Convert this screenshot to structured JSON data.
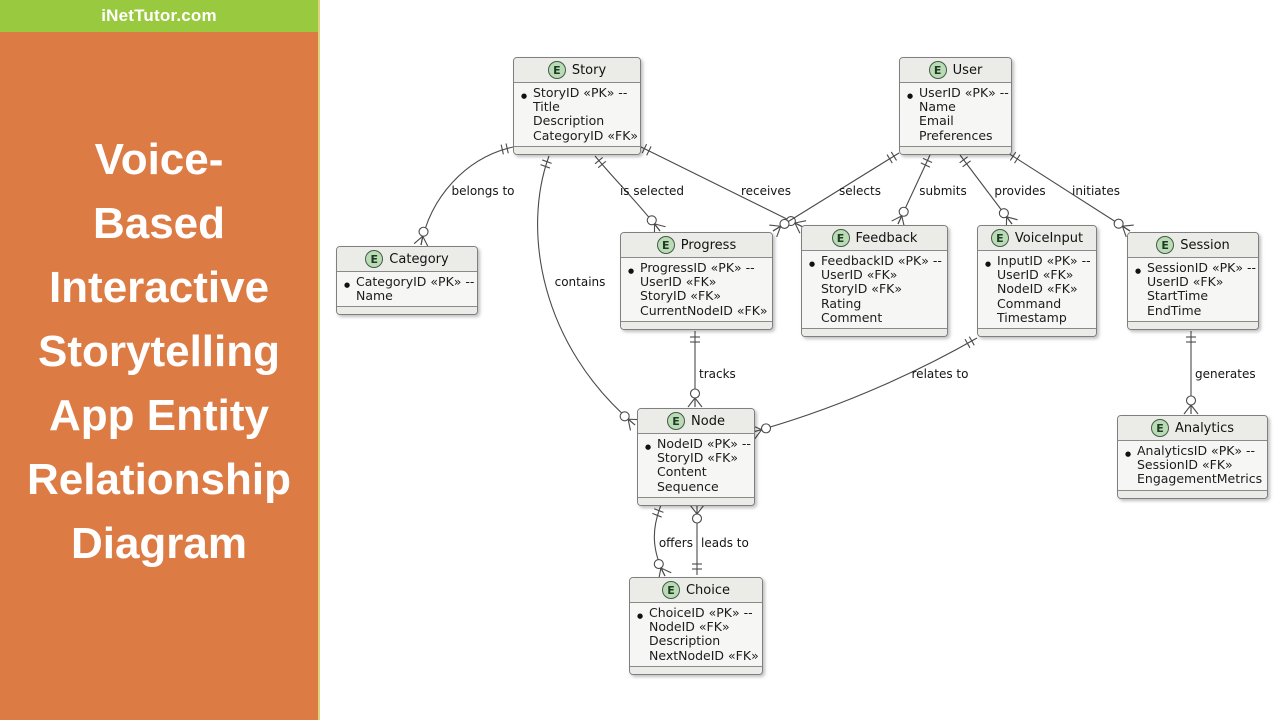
{
  "branding": {
    "site": "iNetTutor.com"
  },
  "sidebar": {
    "title_lines": [
      "Voice-",
      "Based",
      "Interactive",
      "Storytelling",
      "App Entity",
      "Relationship",
      "Diagram"
    ]
  },
  "colors": {
    "sidebar_bg": "#dd7b45",
    "brand_bar_bg": "#98c93e",
    "sidebar_divider": "#ddd27e",
    "entity_fill": "#f6f6f4",
    "entity_header_fill": "#ebebe7",
    "entity_spot_fill": "#b9dcb4",
    "relationship_line": "#4a4a4a"
  },
  "diagram": {
    "entity_stereotype_letter": "E",
    "entities": [
      {
        "id": "story",
        "name": "Story",
        "attributes": [
          "StoryID «PK» --",
          "Title",
          "Description",
          "CategoryID «FK»"
        ]
      },
      {
        "id": "user",
        "name": "User",
        "attributes": [
          "UserID «PK» --",
          "Name",
          "Email",
          "Preferences"
        ]
      },
      {
        "id": "category",
        "name": "Category",
        "attributes": [
          "CategoryID «PK» --",
          "Name"
        ]
      },
      {
        "id": "progress",
        "name": "Progress",
        "attributes": [
          "ProgressID «PK» --",
          "UserID «FK»",
          "StoryID «FK»",
          "CurrentNodeID «FK»"
        ]
      },
      {
        "id": "feedback",
        "name": "Feedback",
        "attributes": [
          "FeedbackID «PK» --",
          "UserID «FK»",
          "StoryID «FK»",
          "Rating",
          "Comment"
        ]
      },
      {
        "id": "voiceinput",
        "name": "VoiceInput",
        "attributes": [
          "InputID «PK» --",
          "UserID «FK»",
          "NodeID «FK»",
          "Command",
          "Timestamp"
        ]
      },
      {
        "id": "session",
        "name": "Session",
        "attributes": [
          "SessionID «PK» --",
          "UserID «FK»",
          "StartTime",
          "EndTime"
        ]
      },
      {
        "id": "node",
        "name": "Node",
        "attributes": [
          "NodeID «PK» --",
          "StoryID «FK»",
          "Content",
          "Sequence"
        ]
      },
      {
        "id": "analytics",
        "name": "Analytics",
        "attributes": [
          "AnalyticsID «PK» --",
          "SessionID «FK»",
          "EngagementMetrics"
        ]
      },
      {
        "id": "choice",
        "name": "Choice",
        "attributes": [
          "ChoiceID «PK» --",
          "NodeID «FK»",
          "Description",
          "NextNodeID «FK»"
        ]
      }
    ],
    "relationships": [
      {
        "id": "belongs_to",
        "from": "Story",
        "to": "Category",
        "label": "belongs to"
      },
      {
        "id": "is_selected",
        "from": "Story",
        "to": "Progress",
        "label": "is selected"
      },
      {
        "id": "receives",
        "from": "Story",
        "to": "Feedback",
        "label": "receives"
      },
      {
        "id": "selects",
        "from": "User",
        "to": "Progress",
        "label": "selects"
      },
      {
        "id": "submits",
        "from": "User",
        "to": "Feedback",
        "label": "submits"
      },
      {
        "id": "provides",
        "from": "User",
        "to": "VoiceInput",
        "label": "provides"
      },
      {
        "id": "initiates",
        "from": "User",
        "to": "Session",
        "label": "initiates"
      },
      {
        "id": "contains",
        "from": "Story",
        "to": "Node",
        "label": "contains"
      },
      {
        "id": "tracks",
        "from": "Progress",
        "to": "Node",
        "label": "tracks"
      },
      {
        "id": "relates_to",
        "from": "VoiceInput",
        "to": "Node",
        "label": "relates to"
      },
      {
        "id": "generates",
        "from": "Session",
        "to": "Analytics",
        "label": "generates"
      },
      {
        "id": "offers",
        "from": "Node",
        "to": "Choice",
        "label": "offers"
      },
      {
        "id": "leads_to",
        "from": "Choice",
        "to": "Node",
        "label": "leads to"
      }
    ]
  }
}
